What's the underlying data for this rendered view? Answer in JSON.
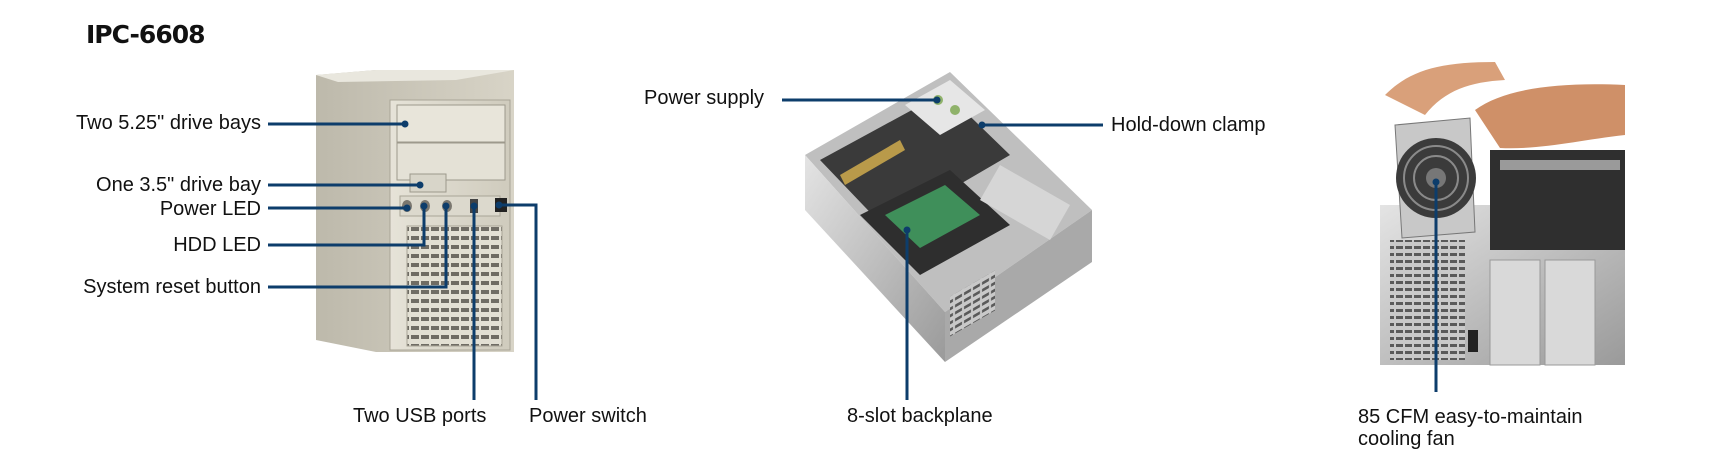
{
  "title": "IPC-6608",
  "labels": {
    "drive_bays_525": "Two 5.25\" drive bays",
    "drive_bay_35": "One 3.5\" drive bay",
    "power_led": "Power LED",
    "hdd_led": "HDD LED",
    "reset_button": "System reset button",
    "usb_ports": "Two USB ports",
    "power_switch": "Power switch",
    "power_supply": "Power supply",
    "hold_down_clamp": "Hold-down clamp",
    "backplane": "8-slot backplane",
    "cooling_fan_line1": "85 CFM easy-to-maintain",
    "cooling_fan_line2": "cooling fan"
  },
  "colors": {
    "leader": "#0d3d6b",
    "chassis": "#d9d6ca"
  }
}
